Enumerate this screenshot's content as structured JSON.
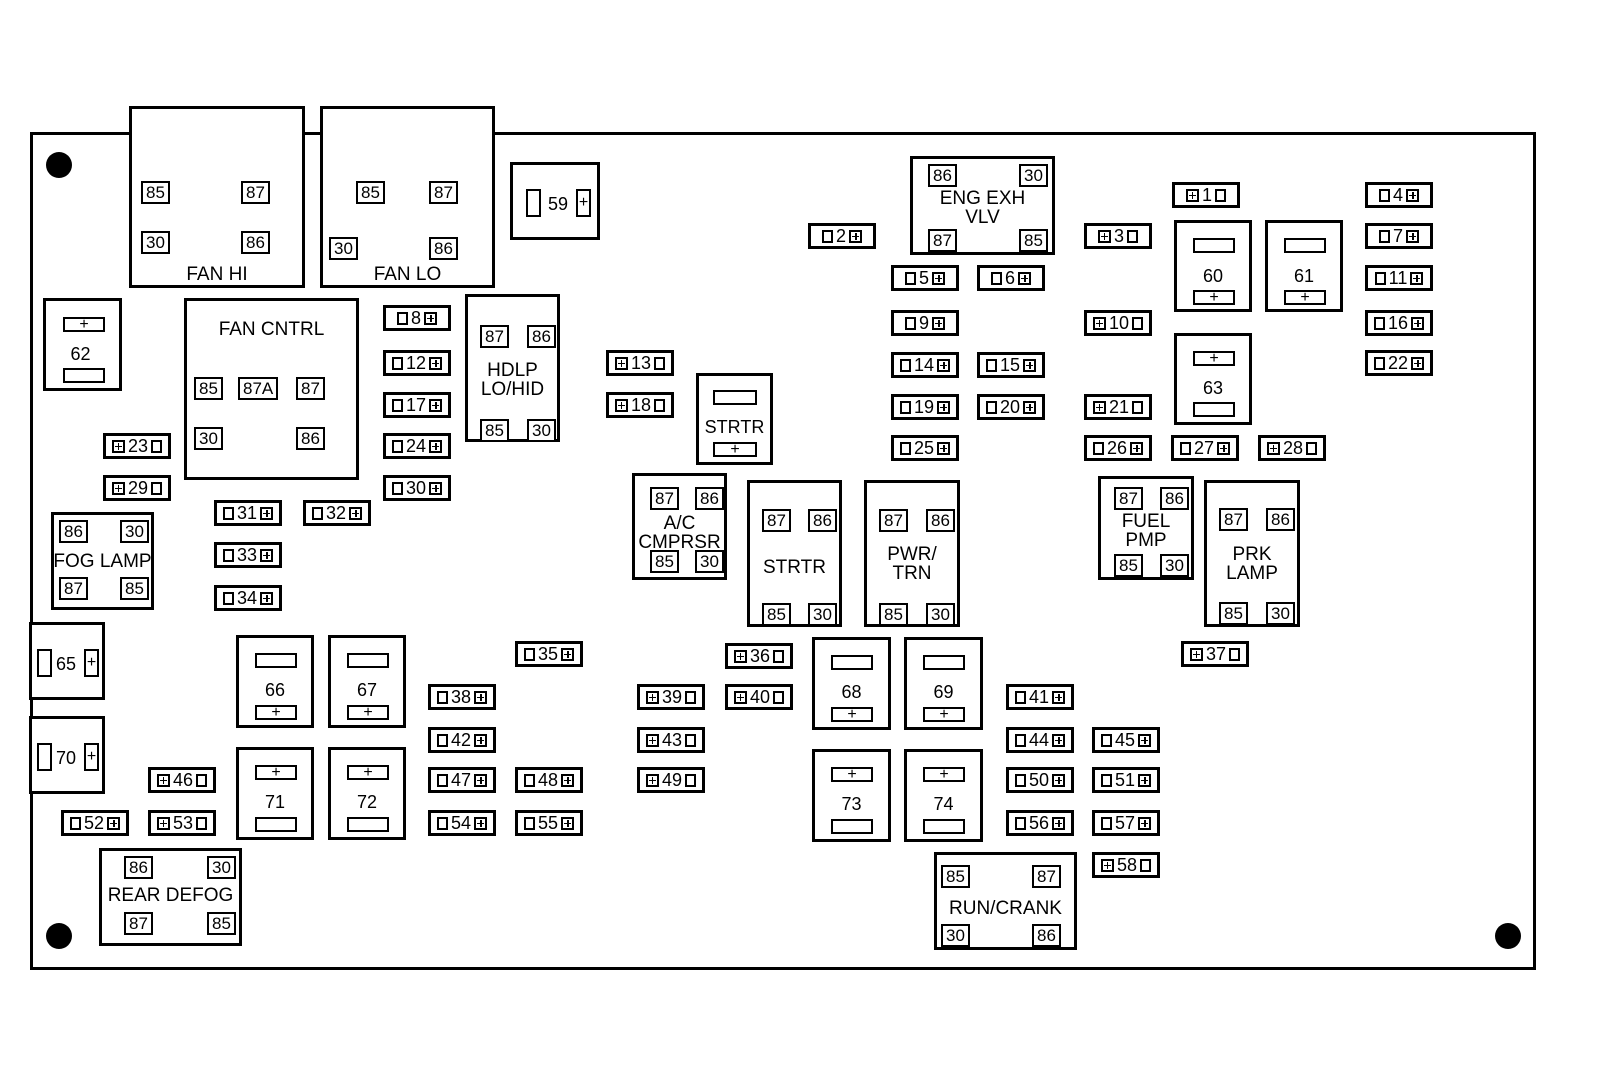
{
  "relays": {
    "fan_hi": {
      "label": "FAN HI",
      "p85": "85",
      "p87": "87",
      "p30": "30",
      "p86": "86"
    },
    "fan_lo": {
      "label": "FAN LO",
      "p85": "85",
      "p87": "87",
      "p30": "30",
      "p86": "86"
    },
    "fan_cntrl": {
      "label": "FAN CNTRL",
      "p85": "85",
      "p87a": "87A",
      "p87": "87",
      "p30": "30",
      "p86": "86"
    },
    "hdlp": {
      "label": "HDLP\nLO/HID",
      "p87": "87",
      "p86": "86",
      "p85": "85",
      "p30": "30"
    },
    "eng_exh": {
      "label": "ENG EXH\nVLV",
      "p86": "86",
      "p30": "30",
      "p87": "87",
      "p85": "85"
    },
    "fog_lamp": {
      "label": "FOG LAMP",
      "p86": "86",
      "p30": "30",
      "p87": "87",
      "p85": "85"
    },
    "ac_cmprsr": {
      "label": "A/C\nCMPRSR",
      "p87": "87",
      "p86": "86",
      "p85": "85",
      "p30": "30"
    },
    "strtr_main": {
      "label": "STRTR",
      "p87": "87",
      "p86": "86",
      "p85": "85",
      "p30": "30"
    },
    "pwr_trn": {
      "label": "PWR/\nTRN",
      "p87": "87",
      "p86": "86",
      "p85": "85",
      "p30": "30"
    },
    "fuel_pmp": {
      "label": "FUEL\nPMP",
      "p87": "87",
      "p86": "86",
      "p85": "85",
      "p30": "30"
    },
    "prk_lamp": {
      "label": "PRK\nLAMP",
      "p87": "87",
      "p86": "86",
      "p85": "85",
      "p30": "30"
    },
    "rear_defog": {
      "label": "REAR DEFOG",
      "p86": "86",
      "p30": "30",
      "p87": "87",
      "p85": "85"
    },
    "run_crank": {
      "label": "RUN/CRANK",
      "p85": "85",
      "p87": "87",
      "p30": "30",
      "p86": "86"
    }
  },
  "strtr_fuse": {
    "label": "STRTR"
  },
  "maxi_fuses": {
    "f59": "59",
    "f60": "60",
    "f61": "61",
    "f62": "62",
    "f63": "63",
    "f65": "65",
    "f66": "66",
    "f67": "67",
    "f68": "68",
    "f69": "69",
    "f70": "70",
    "f71": "71",
    "f72": "72",
    "f73": "73",
    "f74": "74"
  },
  "fuses": {
    "f1": "1",
    "f2": "2",
    "f3": "3",
    "f4": "4",
    "f5": "5",
    "f6": "6",
    "f7": "7",
    "f8": "8",
    "f9": "9",
    "f10": "10",
    "f11": "11",
    "f12": "12",
    "f13": "13",
    "f14": "14",
    "f15": "15",
    "f16": "16",
    "f17": "17",
    "f18": "18",
    "f19": "19",
    "f20": "20",
    "f21": "21",
    "f22": "22",
    "f23": "23",
    "f24": "24",
    "f25": "25",
    "f26": "26",
    "f27": "27",
    "f28": "28",
    "f29": "29",
    "f30": "30",
    "f31": "31",
    "f32": "32",
    "f33": "33",
    "f34": "34",
    "f35": "35",
    "f36": "36",
    "f37": "37",
    "f38": "38",
    "f39": "39",
    "f40": "40",
    "f41": "41",
    "f42": "42",
    "f43": "43",
    "f44": "44",
    "f45": "45",
    "f46": "46",
    "f47": "47",
    "f48": "48",
    "f49": "49",
    "f50": "50",
    "f51": "51",
    "f52": "52",
    "f53": "53",
    "f54": "54",
    "f55": "55",
    "f56": "56",
    "f57": "57",
    "f58": "58"
  },
  "symbols": {
    "plus": "+"
  }
}
